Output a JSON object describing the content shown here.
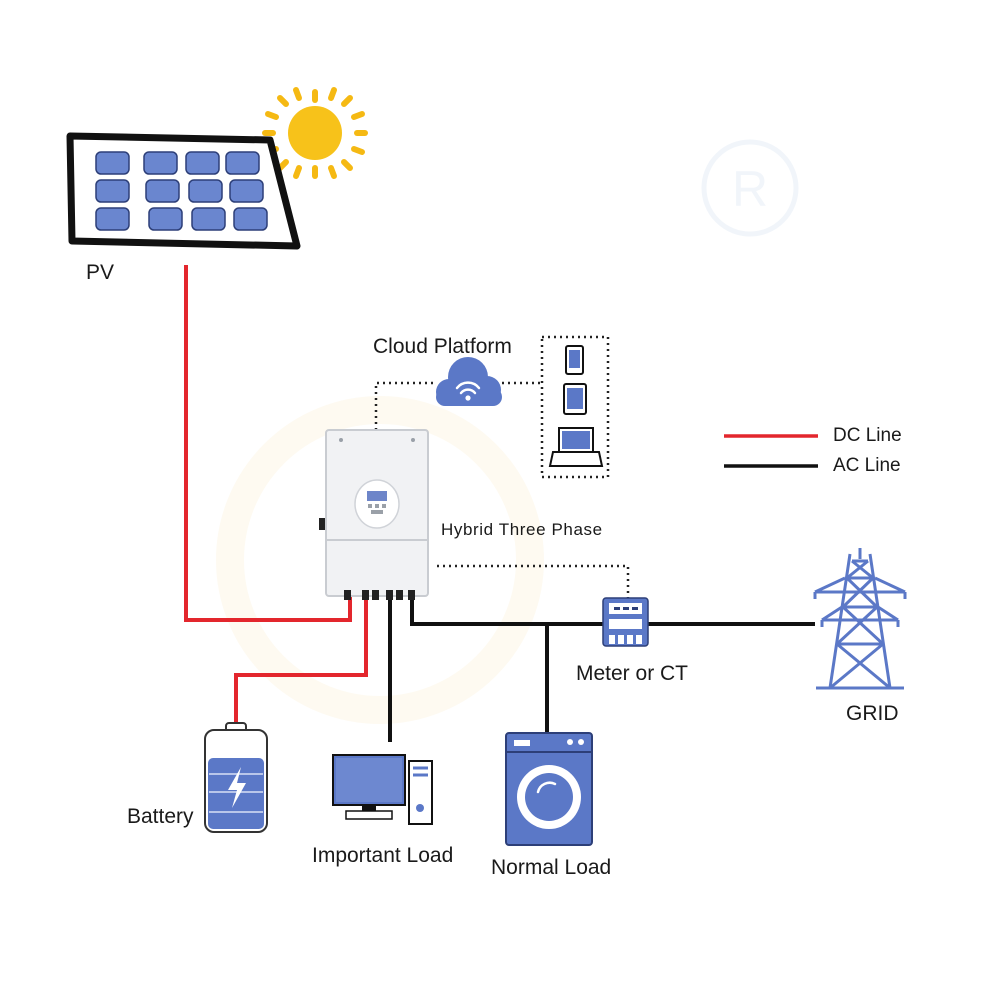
{
  "labels": {
    "pv": "PV",
    "cloud": "Cloud Platform",
    "inverter": "Hybrid Three Phase",
    "meter": "Meter or CT",
    "grid": "GRID",
    "battery": "Battery",
    "important_load": "Important Load",
    "normal_load": "Normal Load"
  },
  "legend": [
    {
      "label": "DC Line",
      "color": "#e3262d"
    },
    {
      "label": "AC Line",
      "color": "#111111"
    }
  ],
  "colors": {
    "dc_line": "#e3262d",
    "ac_line": "#111111",
    "device_blue": "#5b78c7",
    "sun": "#f5b913"
  }
}
